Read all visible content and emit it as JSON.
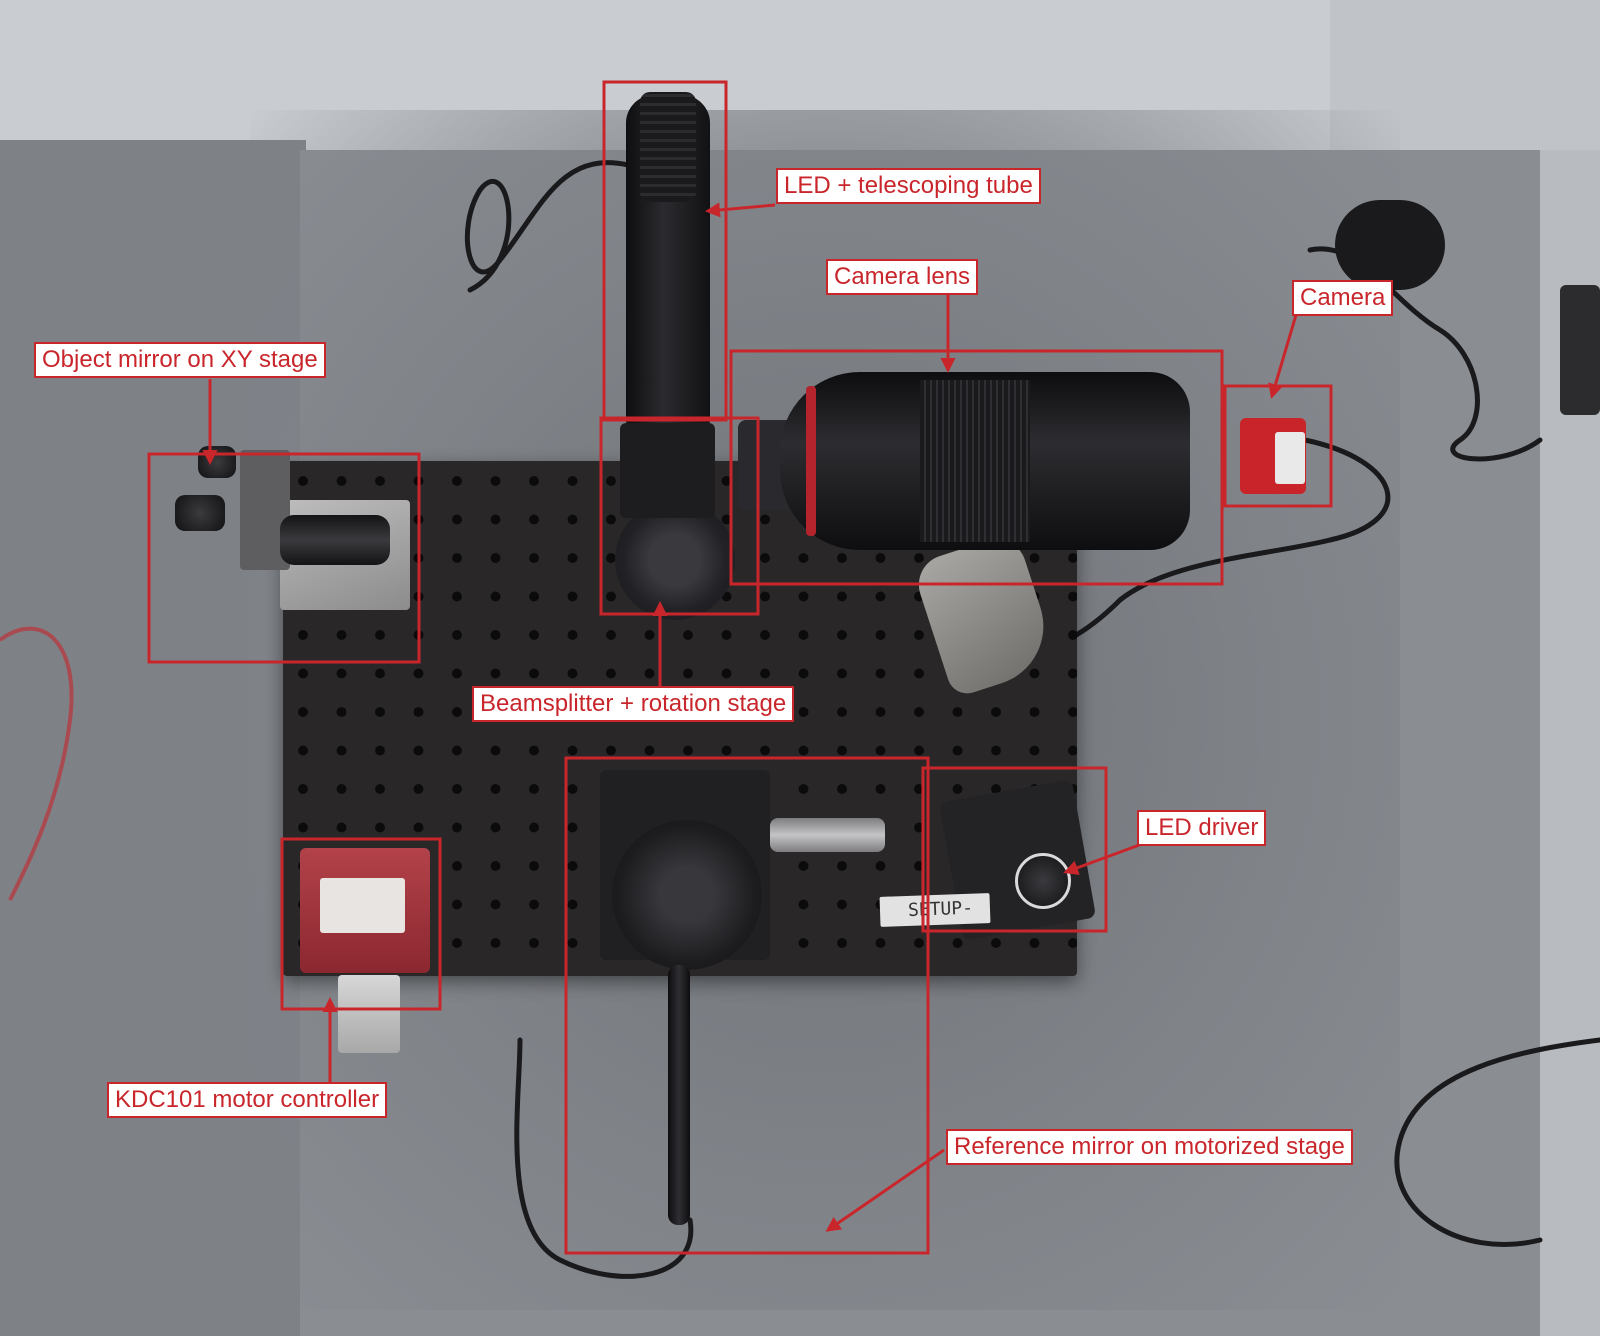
{
  "annotations": {
    "led_tube": "LED + telescoping tube",
    "camera_lens": "Camera lens",
    "camera": "Camera",
    "object_mirror": "Object mirror on XY stage",
    "beamsplitter": "Beamsplitter + rotation stage",
    "led_driver": "LED driver",
    "kdc101": "KDC101 motor controller",
    "reference_mirror": "Reference mirror on motorized stage"
  },
  "device_text": {
    "setup_tag": "SETUP-"
  },
  "colors": {
    "annotation_red": "#c9262c",
    "label_background": "#ffffff"
  }
}
